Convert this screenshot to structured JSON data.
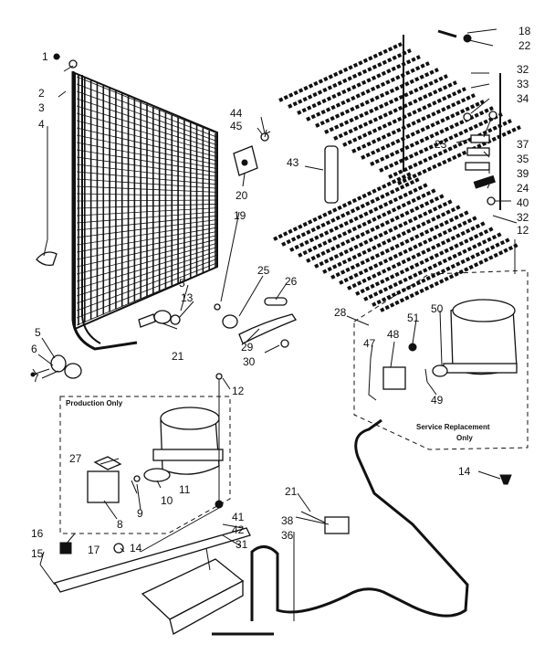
{
  "callouts": [
    "1",
    "2",
    "3",
    "4",
    "5",
    "6",
    "7",
    "5",
    "13",
    "21",
    "44",
    "45",
    "43",
    "20",
    "19",
    "25",
    "26",
    "29",
    "30",
    "18",
    "22",
    "32",
    "33",
    "34",
    "23",
    "37",
    "35",
    "39",
    "24",
    "40",
    "32",
    "12",
    "28",
    "47",
    "48",
    "51",
    "50",
    "49",
    "12",
    "27",
    "10",
    "11",
    "9",
    "8",
    "14",
    "16",
    "17",
    "15",
    "41",
    "42",
    "31",
    "21",
    "38",
    "36",
    "14"
  ],
  "boxes": {
    "production_title": "Production Only",
    "service_title_line1": "Service Replacement",
    "service_title_line2": "Only"
  }
}
